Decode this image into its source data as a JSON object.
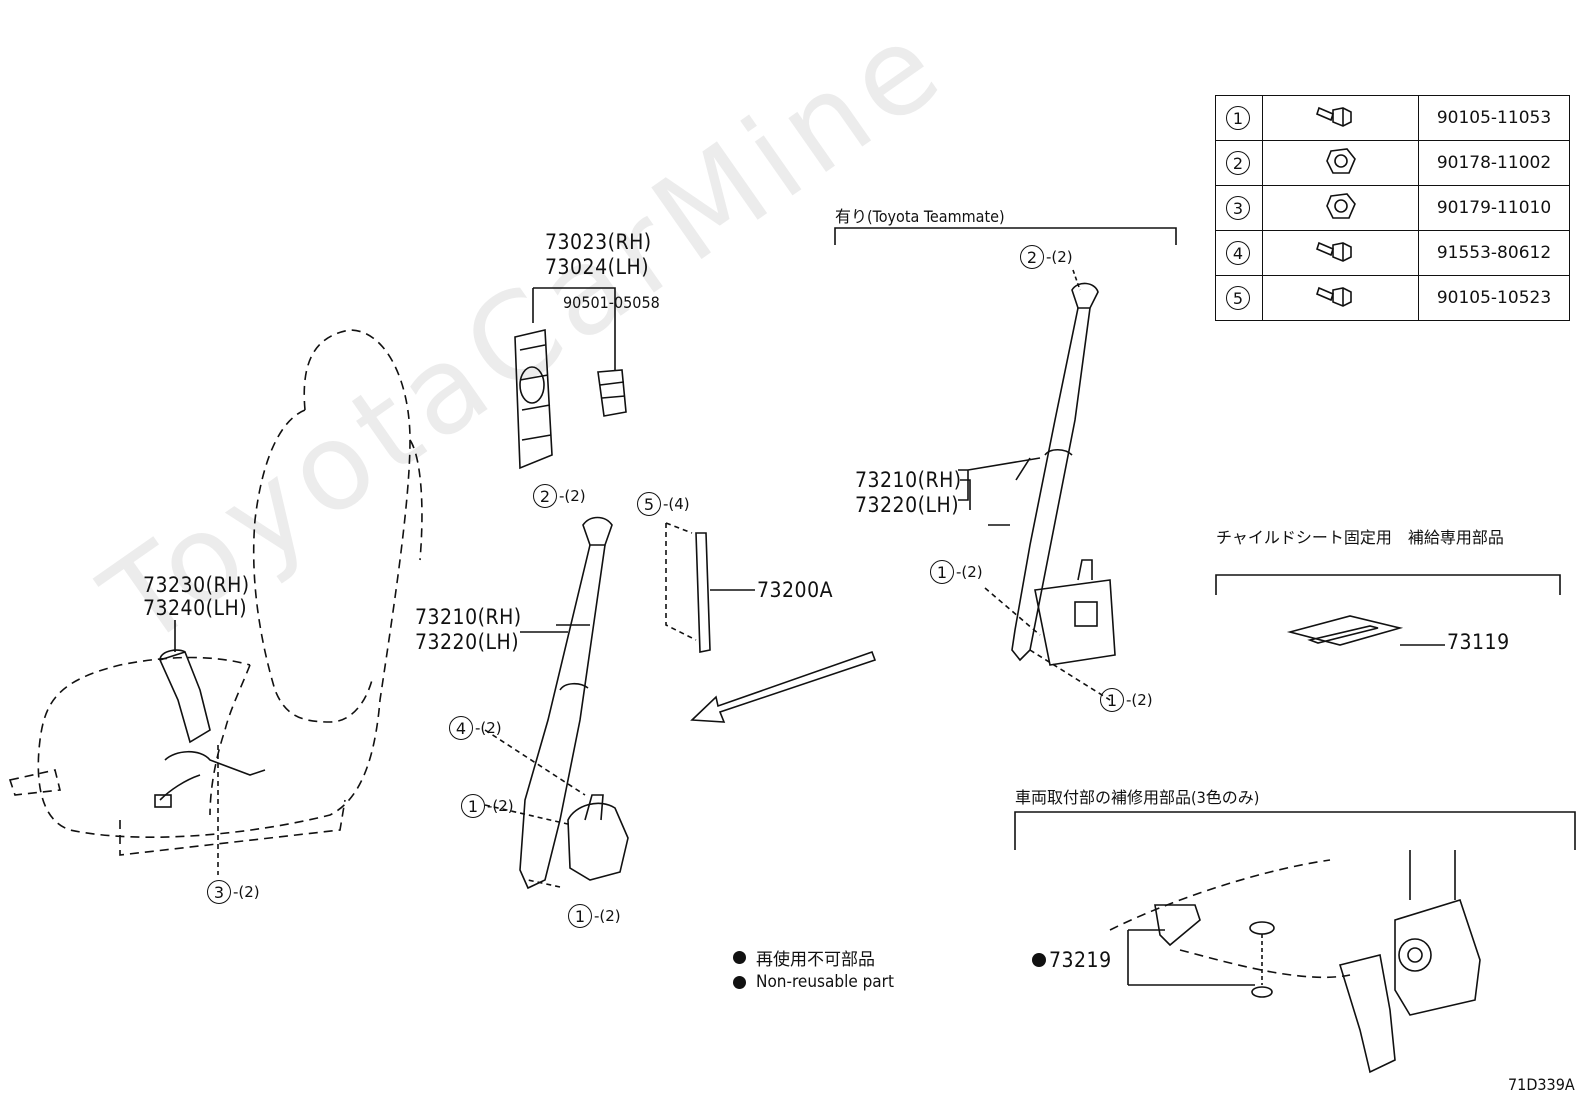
{
  "watermark": "ToyotaCarMine",
  "diagram_code": "71D339A",
  "fastener_table": [
    {
      "num": "1",
      "part": "90105-11053",
      "icon": "flange-bolt-icon"
    },
    {
      "num": "2",
      "part": "90178-11002",
      "icon": "flange-nut-icon"
    },
    {
      "num": "3",
      "part": "90179-11010",
      "icon": "flange-nut-icon"
    },
    {
      "num": "4",
      "part": "91553-80612",
      "icon": "flange-bolt-icon"
    },
    {
      "num": "5",
      "part": "90105-10523",
      "icon": "flange-bolt-icon"
    }
  ],
  "labels": {
    "buckle_rh": "73023(RH)",
    "buckle_lh": "73024(LH)",
    "buckle_sub": "90501-05058",
    "anchor": "73200A",
    "belt_center_rh": "73210(RH)",
    "belt_center_lh": "73220(LH)",
    "seat_rh": "73230(RH)",
    "seat_lh": "73240(LH)",
    "teammate_heading": "有り(Toyota Teammate)",
    "belt_right_rh": "73210(RH)",
    "belt_right_lh": "73220(LH)",
    "child_heading": "チャイルドシート固定用　補給専用部品",
    "child_part": "73119",
    "repair_heading": "車両取付部の補修用部品(3色のみ)",
    "repair_part": "73219",
    "legend_jp": "再使用不可部品",
    "legend_en": "Non-reusable part"
  },
  "refs": {
    "r_center_top": {
      "num": "2",
      "qty": "-(2)"
    },
    "r_center_anchor": {
      "num": "5",
      "qty": "-(4)"
    },
    "r_center_4": {
      "num": "4",
      "qty": "-(2)"
    },
    "r_center_1a": {
      "num": "1",
      "qty": "-(2)"
    },
    "r_center_1b": {
      "num": "1",
      "qty": "-(2)"
    },
    "r_seat_3": {
      "num": "3",
      "qty": "-(2)"
    },
    "r_right_top": {
      "num": "2",
      "qty": "-(2)"
    },
    "r_right_1a": {
      "num": "1",
      "qty": "-(2)"
    },
    "r_right_1b": {
      "num": "1",
      "qty": "-(2)"
    }
  },
  "colors": {
    "line": "#111111",
    "watermark": "#ececec"
  }
}
